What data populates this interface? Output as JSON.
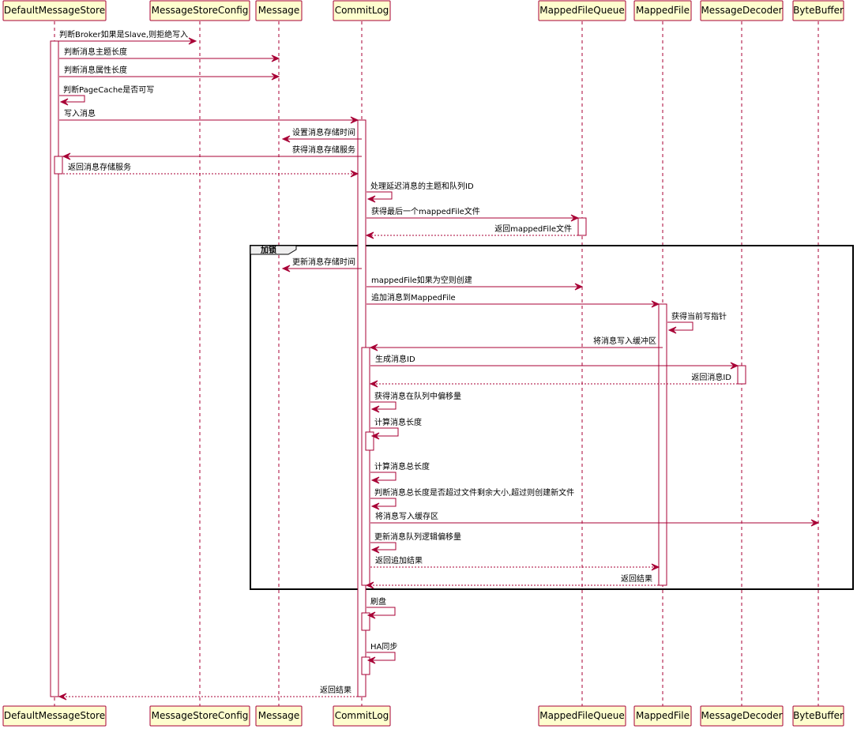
{
  "participants": [
    {
      "id": "DefaultMessageStore",
      "label": "DefaultMessageStore"
    },
    {
      "id": "MessageStoreConfig",
      "label": "MessageStoreConfig"
    },
    {
      "id": "Message",
      "label": "Message"
    },
    {
      "id": "CommitLog",
      "label": "CommitLog"
    },
    {
      "id": "MappedFileQueue",
      "label": "MappedFileQueue"
    },
    {
      "id": "MappedFile",
      "label": "MappedFile"
    },
    {
      "id": "MessageDecoder",
      "label": "MessageDecoder"
    },
    {
      "id": "ByteBuffer",
      "label": "ByteBuffer"
    }
  ],
  "group": {
    "label": "加锁"
  },
  "messages": [
    {
      "from": "DefaultMessageStore",
      "to": "MessageStoreConfig",
      "label": "判断Broker如果是Slave,则拒绝写入",
      "style": "solid"
    },
    {
      "from": "DefaultMessageStore",
      "to": "Message",
      "label": "判断消息主题长度",
      "style": "solid"
    },
    {
      "from": "DefaultMessageStore",
      "to": "Message",
      "label": "判断消息属性长度",
      "style": "solid"
    },
    {
      "from": "DefaultMessageStore",
      "to": "DefaultMessageStore",
      "label": "判断PageCache是否可写",
      "style": "solid"
    },
    {
      "from": "DefaultMessageStore",
      "to": "CommitLog",
      "label": "写入消息",
      "style": "solid"
    },
    {
      "from": "CommitLog",
      "to": "Message",
      "label": "设置消息存储时间",
      "style": "solid"
    },
    {
      "from": "CommitLog",
      "to": "DefaultMessageStore",
      "label": "获得消息存储服务",
      "style": "solid"
    },
    {
      "from": "DefaultMessageStore",
      "to": "CommitLog",
      "label": "返回消息存储服务",
      "style": "dashed"
    },
    {
      "from": "CommitLog",
      "to": "CommitLog",
      "label": "处理延迟消息的主题和队列ID",
      "style": "solid"
    },
    {
      "from": "CommitLog",
      "to": "MappedFileQueue",
      "label": "获得最后一个mappedFile文件",
      "style": "solid"
    },
    {
      "from": "MappedFileQueue",
      "to": "CommitLog",
      "label": "返回mappedFile文件",
      "style": "dashed"
    },
    {
      "from": "CommitLog",
      "to": "Message",
      "label": "更新消息存储时间",
      "style": "solid"
    },
    {
      "from": "CommitLog",
      "to": "MappedFileQueue",
      "label": "mappedFile如果为空则创建",
      "style": "solid"
    },
    {
      "from": "CommitLog",
      "to": "MappedFile",
      "label": "追加消息到MappedFile",
      "style": "solid"
    },
    {
      "from": "MappedFile",
      "to": "MappedFile",
      "label": "获得当前写指针",
      "style": "solid"
    },
    {
      "from": "MappedFile",
      "to": "CommitLog",
      "label": "将消息写入缓冲区",
      "style": "solid"
    },
    {
      "from": "CommitLog",
      "to": "MessageDecoder",
      "label": "生成消息ID",
      "style": "solid"
    },
    {
      "from": "MessageDecoder",
      "to": "CommitLog",
      "label": "返回消息ID",
      "style": "dashed"
    },
    {
      "from": "CommitLog",
      "to": "CommitLog",
      "label": "获得消息在队列中偏移量",
      "style": "solid"
    },
    {
      "from": "CommitLog",
      "to": "CommitLog",
      "label": "计算消息长度",
      "style": "solid"
    },
    {
      "from": "CommitLog",
      "to": "CommitLog",
      "label": "计算消息总长度",
      "style": "solid"
    },
    {
      "from": "CommitLog",
      "to": "CommitLog",
      "label": "判断消息总长度是否超过文件剩余大小,超过则创建新文件",
      "style": "solid"
    },
    {
      "from": "CommitLog",
      "to": "ByteBuffer",
      "label": "将消息写入缓存区",
      "style": "solid"
    },
    {
      "from": "CommitLog",
      "to": "CommitLog",
      "label": "更新消息队列逻辑偏移量",
      "style": "solid"
    },
    {
      "from": "CommitLog",
      "to": "MappedFile",
      "label": "返回追加结果",
      "style": "dashed"
    },
    {
      "from": "MappedFile",
      "to": "CommitLog",
      "label": "返回结果",
      "style": "dashed"
    },
    {
      "from": "CommitLog",
      "to": "CommitLog",
      "label": "刷盘",
      "style": "solid"
    },
    {
      "from": "CommitLog",
      "to": "CommitLog",
      "label": "HA同步",
      "style": "solid"
    },
    {
      "from": "CommitLog",
      "to": "DefaultMessageStore",
      "label": "返回结果",
      "style": "dashed"
    }
  ]
}
